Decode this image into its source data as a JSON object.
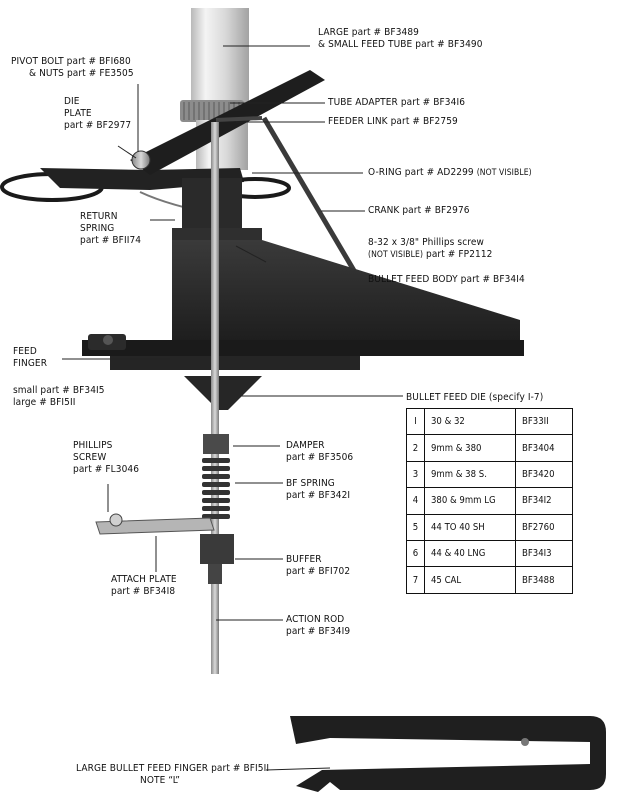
{
  "labels": {
    "tube": {
      "line1": "LARGE part # BF3489",
      "line2": "& SMALL FEED TUBE part # BF3490"
    },
    "pivot": {
      "line1": "PIVOT BOLT part # BFI680",
      "line2": "& NUTS part # FE3505"
    },
    "die_plate": {
      "line1": "DIE",
      "line2": "PLATE",
      "line3": "part # BF2977"
    },
    "tube_adapter": "TUBE ADAPTER part # BF34I6",
    "feeder_link": "FEEDER LINK part # BF2759",
    "o_ring": {
      "main": "O-RING part # AD2299",
      "note": "(NOT VISIBLE)"
    },
    "crank": "CRANK part # BF2976",
    "return_spring": {
      "line1": "RETURN",
      "line2": "SPRING",
      "line3": "part # BFII74"
    },
    "screw": {
      "line1": "8-32 x 3/8\" Phillips screw",
      "note": "(NOT VISIBLE)",
      "part": "part # FP2112"
    },
    "bullet_feed_body": "BULLET FEED BODY part # BF34I4",
    "feed_finger": {
      "line1": "FEED",
      "line2": "FINGER",
      "small": "small part # BF34I5",
      "large": "large # BFI5II"
    },
    "bullet_feed_die": "BULLET FEED DIE (specify I-7)",
    "phillips_screw": {
      "line1": "PHILLIPS",
      "line2": "SCREW",
      "line3": "part # FL3046"
    },
    "damper": {
      "line1": "DAMPER",
      "line2": "part # BF3506"
    },
    "bf_spring": {
      "line1": "BF SPRING",
      "line2": "part # BF342I"
    },
    "buffer": {
      "line1": "BUFFER",
      "line2": "part # BFI702"
    },
    "attach_plate": {
      "line1": "ATTACH PLATE",
      "line2": "part # BF34I8"
    },
    "action_rod": {
      "line1": "ACTION ROD",
      "line2": "part # BF34I9"
    },
    "large_finger": {
      "line1": "LARGE BULLET FEED FINGER part # BFI5II",
      "line2": "NOTE  “L”"
    }
  },
  "die_table": [
    {
      "num": "I",
      "caliber": "30 & 32",
      "part": "BF33II"
    },
    {
      "num": "2",
      "caliber": "9mm & 380",
      "part": "BF3404"
    },
    {
      "num": "3",
      "caliber": "9mm & 38 S.",
      "part": "BF3420"
    },
    {
      "num": "4",
      "caliber": "380 & 9mm LG",
      "part": "BF34I2"
    },
    {
      "num": "5",
      "caliber": "44 TO 40 SH",
      "part": "BF2760"
    },
    {
      "num": "6",
      "caliber": "44 & 40 LNG",
      "part": "BF34I3"
    },
    {
      "num": "7",
      "caliber": "45 CAL",
      "part": "BF3488"
    }
  ]
}
